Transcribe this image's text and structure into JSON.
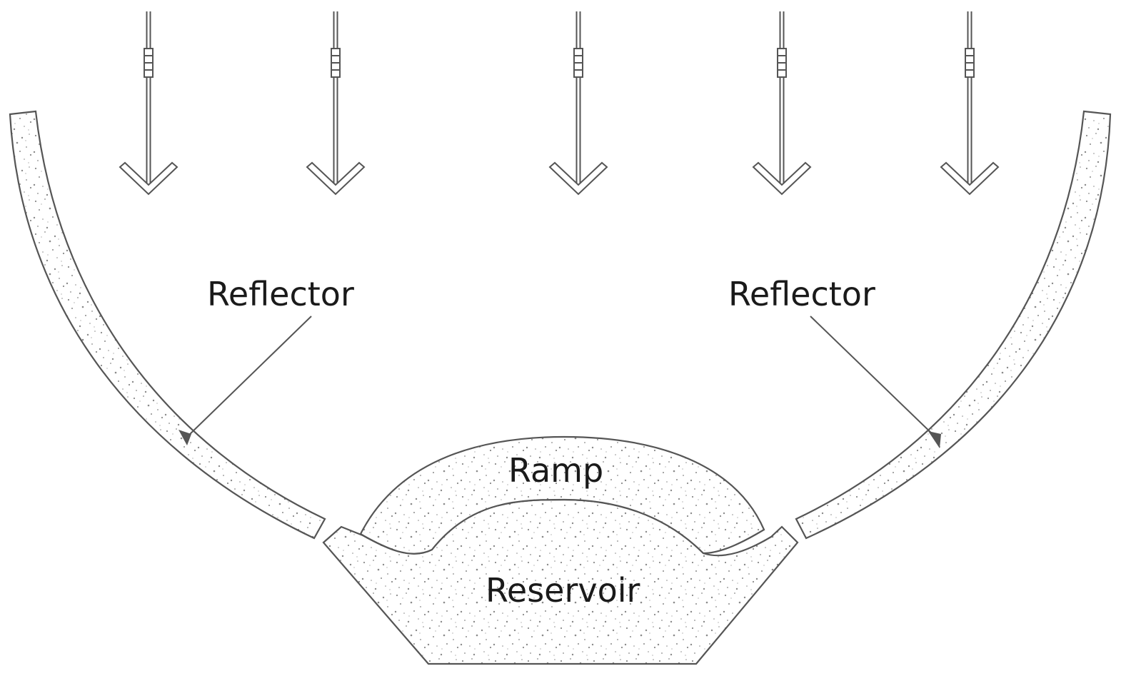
{
  "labels": {
    "reflector_left": "Reflector",
    "reflector_right": "Reflector",
    "ramp": "Ramp",
    "reservoir": "Reservoir"
  },
  "arrow_count": 5,
  "colors": {
    "stroke": "#555555",
    "speckle": "#8a8a8a",
    "text": "#1a1a1a",
    "background": "#ffffff"
  }
}
